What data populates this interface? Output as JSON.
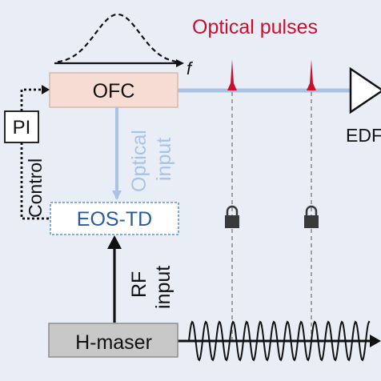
{
  "labels": {
    "optical_pulses": "Optical pulses",
    "freq_axis": "f",
    "ofc": "OFC",
    "pi": "PI",
    "control": "Control",
    "optical_input_line1": "Optical",
    "optical_input_line2": "input",
    "eos_td": "EOS-TD",
    "rf_input_line1": "RF",
    "rf_input_line2": "input",
    "h_maser": "H-maser",
    "edfa_partial": "EDF"
  },
  "colors": {
    "background": "#e9eef6",
    "ofc_fill": "#f7dcd3",
    "ofc_stroke": "#d7b8ad",
    "pulse_red": "#c8102e",
    "optical_line": "#a9c3e4",
    "eos_text": "#2a5a9e",
    "eos_border": "#4a7cc0",
    "maser_fill": "#c8c8c8",
    "dark": "#111111",
    "lock_grey": "#3a3a3a",
    "dashed_grey": "#8d8d8d"
  },
  "icons": [
    "lock-icon",
    "lock-icon",
    "frequency-comb-spectrum-icon",
    "amplifier-triangle-icon",
    "sine-wave-icon"
  ]
}
